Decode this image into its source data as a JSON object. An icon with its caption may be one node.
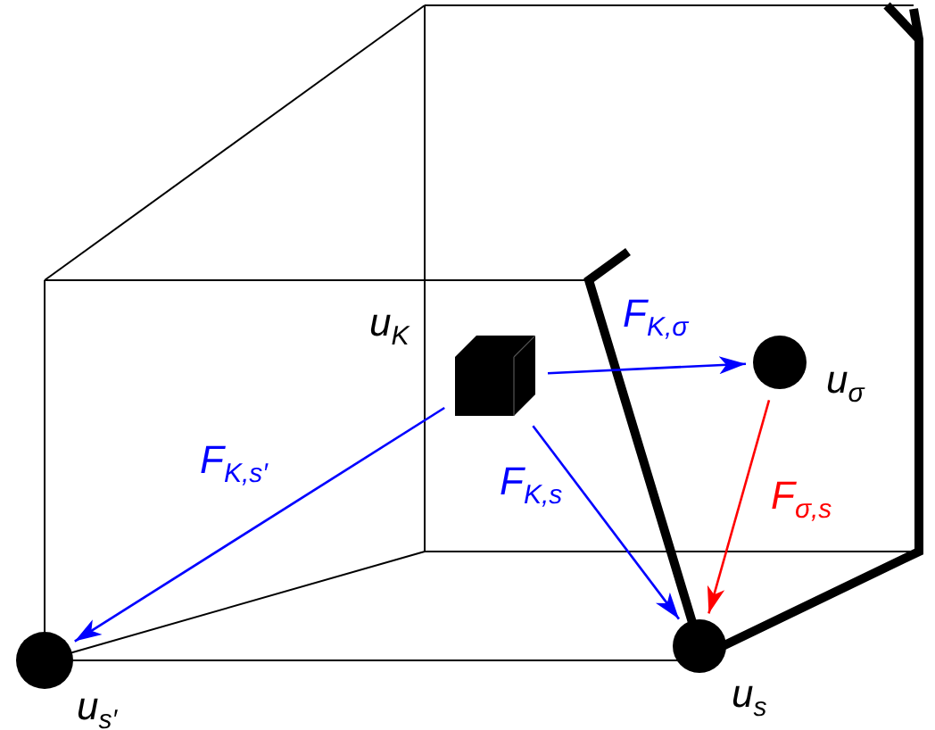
{
  "diagram": {
    "nodes": [
      {
        "text": [],
        "shape": "box",
        "beside": [
          "u$_{K}$"
        ]
      },
      {
        "text": [],
        "shape": "circle",
        "beside": [
          "u$_{σ}$"
        ]
      },
      {
        "text": [],
        "shape": "circle",
        "beside": [
          "u$_{s′}$"
        ]
      },
      {
        "text": [],
        "shape": "circle",
        "beside": [
          "u$_{s}$"
        ]
      }
    ],
    "edges": [
      {
        "from": 0,
        "to": 1,
        "arrow": "to",
        "label": "F$_{K,σ}$"
      },
      {
        "from": 0,
        "to": 2,
        "arrow": "to",
        "label": "F$_{K,s′}$"
      },
      {
        "from": 0,
        "to": 3,
        "arrow": "to",
        "label": "F$_{K,s}$"
      },
      {
        "from": 1,
        "to": 3,
        "arrow": "to",
        "label": "F$_{σ,s}$",
        "color": "#ff0000"
      }
    ]
  }
}
